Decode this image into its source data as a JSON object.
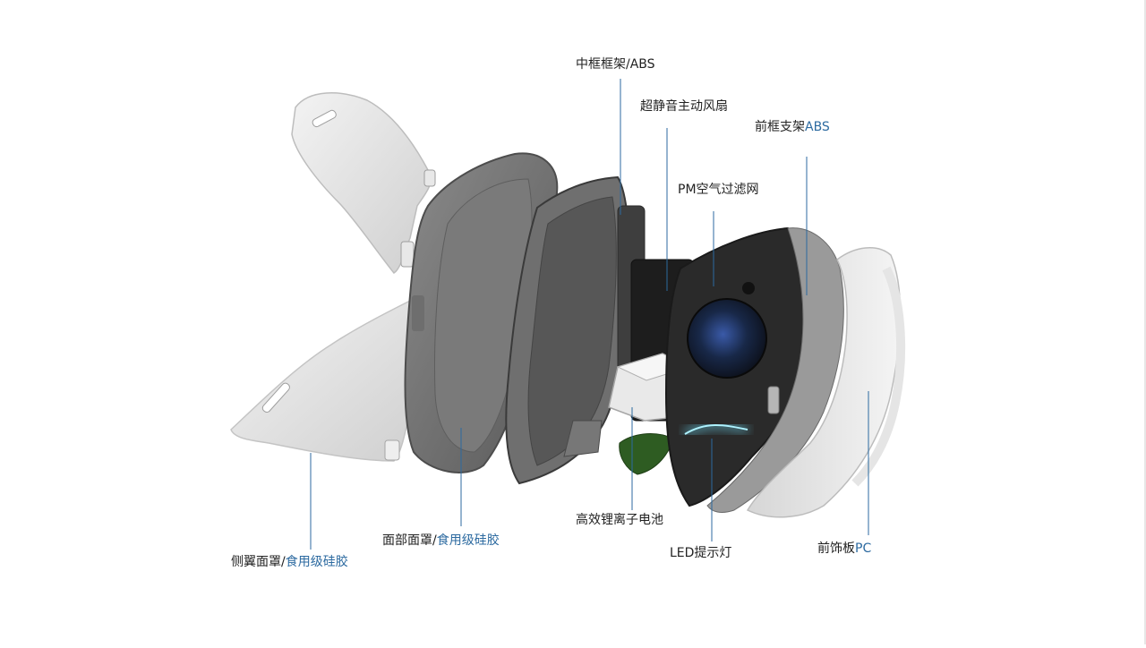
{
  "labels": {
    "middle_frame": "中框框架/ABS",
    "fan": "超静音主动风扇",
    "front_bracket_text": "前框支架",
    "front_bracket_mat": "ABS",
    "pm_filter": "PM空气过滤网",
    "battery": "高效锂离子电池",
    "led": "LED提示灯",
    "face_cover_text": "面部面罩/",
    "face_cover_mat": "食用级硅胶",
    "side_cover_text": "侧翼面罩/",
    "side_cover_mat": "食用级硅胶",
    "front_panel_text": "前饰板",
    "front_panel_mat": "PC"
  },
  "colors": {
    "leader": "#2c6aa0",
    "highlight": "#2c6aa0",
    "led_glow": "#6fe3ff",
    "battery_green": "#2e5c22"
  }
}
